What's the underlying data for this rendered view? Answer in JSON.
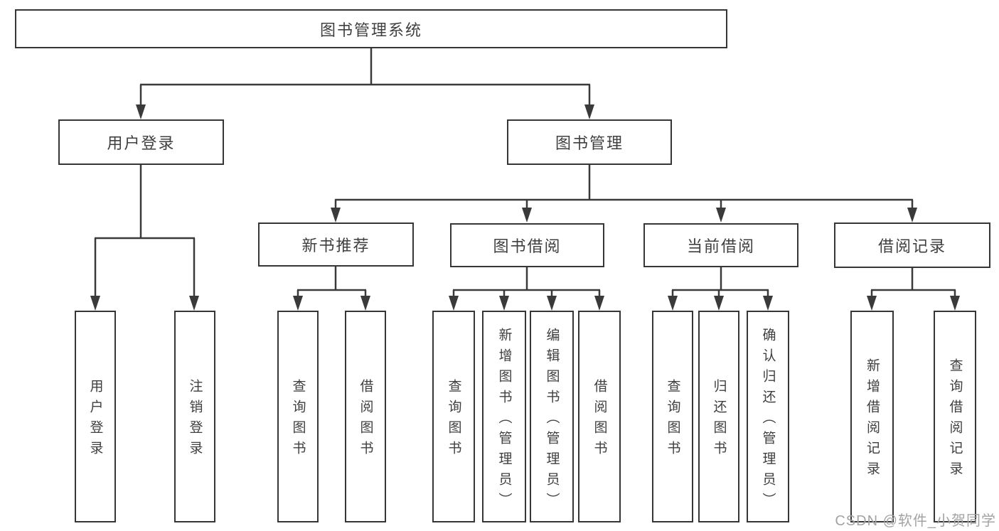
{
  "tree": {
    "root": "图书管理系统",
    "children": [
      {
        "label": "用户登录",
        "leaves": [
          "用户登录",
          "注销登录"
        ]
      },
      {
        "label": "图书管理",
        "children": [
          {
            "label": "新书推荐",
            "leaves": [
              "查询图书",
              "借阅图书"
            ]
          },
          {
            "label": "图书借阅",
            "leaves": [
              "查询图书",
              "新增图书（管理员）",
              "编辑图书（管理员）",
              "借阅图书"
            ]
          },
          {
            "label": "当前借阅",
            "leaves": [
              "查询图书",
              "归还图书",
              "确认归还（管理员）"
            ]
          },
          {
            "label": "借阅记录",
            "leaves": [
              "新增借阅记录",
              "查询借阅记录"
            ]
          }
        ]
      }
    ]
  },
  "watermark": "CSDN @软件_小贺同学",
  "colors": {
    "line": "#3a3a3a",
    "box_border": "#363636",
    "text": "#3f3f3f",
    "watermark": "#a3a3a3",
    "background": "#ffffff"
  }
}
